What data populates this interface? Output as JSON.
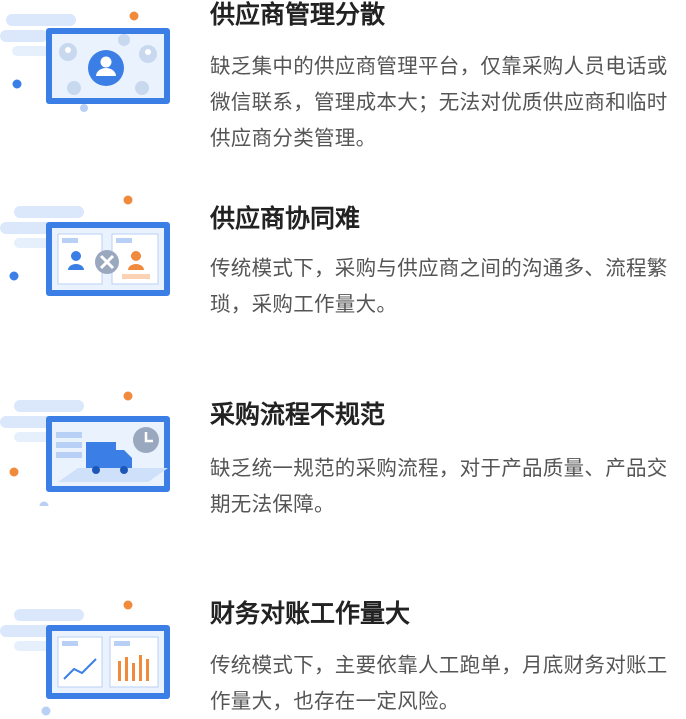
{
  "items": [
    {
      "title": "供应商管理分散",
      "description": "缺乏集中的供应商管理平台，仅靠采购人员电话或微信联系，管理成本大；无法对优质供应商和临时供应商分类管理。",
      "icon": "supplier-network-icon"
    },
    {
      "title": "供应商协同难",
      "description": "传统模式下，采购与供应商之间的沟通多、流程繁琐，采购工作量大。",
      "icon": "collaboration-blocked-icon"
    },
    {
      "title": "采购流程不规范",
      "description": "缺乏统一规范的采购流程，对于产品质量、产品交期无法保障。",
      "icon": "delivery-truck-icon"
    },
    {
      "title": "财务对账工作量大",
      "description": "传统模式下，主要依靠人工跑单，月底财务对账工作量大，也存在一定风险。",
      "icon": "finance-charts-icon"
    }
  ],
  "colors": {
    "accent_blue": "#3b7fe6",
    "pale_blue": "#cfe0fb",
    "orange": "#f08a3c",
    "title": "#222222",
    "text": "#555555"
  }
}
